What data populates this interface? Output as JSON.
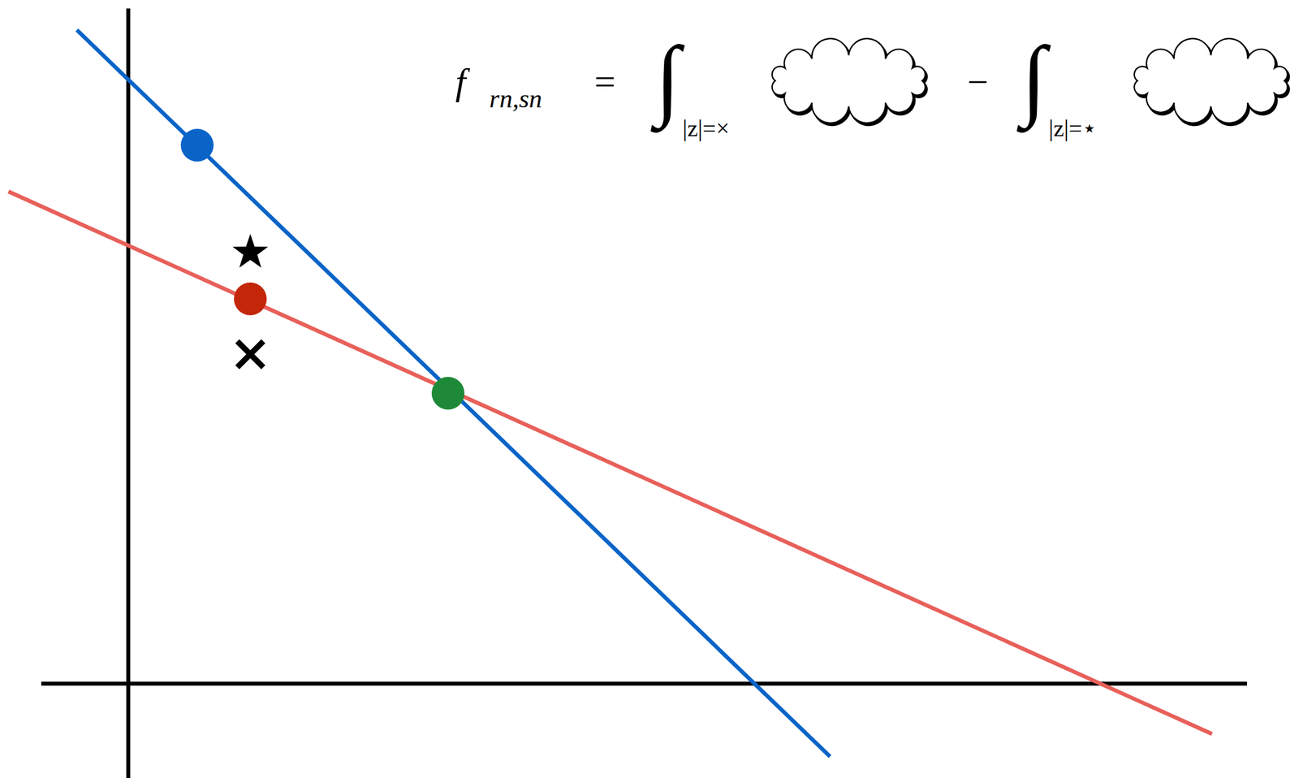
{
  "diagram": {
    "labels": [
      "f",
      "rn,sn",
      "=",
      "∫",
      "|z|=×",
      "−",
      "∫",
      "|z|=⋆"
    ]
  }
}
